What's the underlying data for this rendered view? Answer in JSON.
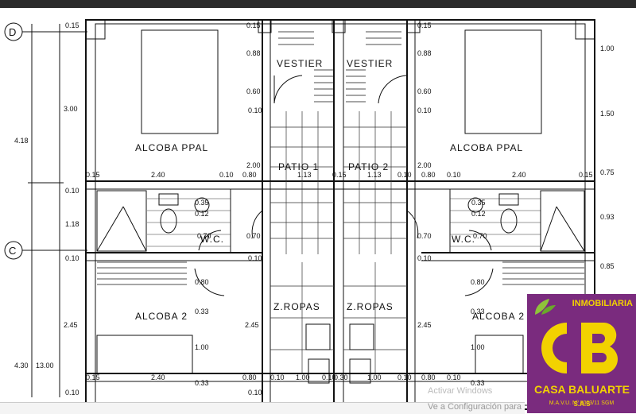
{
  "axes": {
    "d": "D",
    "c": "C"
  },
  "rooms": {
    "alcoba_ppal_left": "ALCOBA PPAL",
    "alcoba_ppal_right": "ALCOBA PPAL",
    "vestier_left": "VESTIER",
    "vestier_right": "VESTIER",
    "patio1": "PATIO 1",
    "patio2": "PATIO 2",
    "wc_left": "W.C.",
    "wc_right": "W.C.",
    "alcoba2_left": "ALCOBA 2",
    "alcoba2_right": "ALCOBA 2",
    "zropas_left": "Z.ROPAS",
    "zropas_right": "Z.ROPAS"
  },
  "dims": {
    "d015a": "0.15",
    "d088a": "0.88",
    "d060a": "0.60",
    "d010a": "0.10",
    "d300": "3.00",
    "d418": "4.18",
    "d015b": "0.15",
    "d088b": "0.88",
    "d060b": "0.60",
    "d010b": "0.10",
    "d100r": "1.00",
    "d150r": "1.50",
    "d075r": "0.75",
    "d093r": "0.93",
    "d085r": "0.85",
    "d200a": "2.00",
    "d200b": "2.00",
    "d015c": "0.15",
    "d240a": "2.40",
    "d010c": "0.10",
    "d080a": "0.80",
    "d113a": "1.13",
    "d015d": "0.15",
    "d113b": "1.13",
    "d010d": "0.10",
    "d080b": "0.80",
    "d010e": "0.10",
    "d240b": "2.40",
    "d015e": "0.15",
    "d010f": "0.10",
    "d118": "1.18",
    "d010g": "0.10",
    "d070a": "0.70",
    "d070b": "0.70",
    "d010h": "0.10",
    "d010i": "0.10",
    "d070c": "0.70",
    "d070d": "0.70",
    "d080c": "0.80",
    "d080d": "0.80",
    "d033a": "0.33",
    "d033b": "0.33",
    "d245a": "2.45",
    "d245b": "2.45",
    "d245c": "2.45",
    "d100a": "1.00",
    "d100b": "1.00",
    "d430": "4.30",
    "d1300": "13.00",
    "d015f": "0.15",
    "d240c": "2.40",
    "d015g": "0.15",
    "d080e": "0.80",
    "d010j": "0.10",
    "d100c": "1.00",
    "d010k": "0.10",
    "d030": "0.30",
    "d100d": "1.00",
    "d010l": "0.10",
    "d080f": "0.80",
    "d010m": "0.10",
    "d010n": "0.10",
    "d010o": "0.10",
    "d033c": "0.33",
    "d033d": "0.33",
    "d035a": "0.35",
    "d035b": "0.35",
    "d012a": "0.12",
    "d012b": "0.12"
  },
  "logo": {
    "brand": "INMOBILIARIA",
    "monogram": "CB",
    "name": "CASA BALUARTE",
    "sas": "S.A.S",
    "reg": "M.A.V.U. Nº 0003/11 SGM"
  },
  "watermark": {
    "line1": "Activar Windows",
    "line2": "Ve a Configuración para"
  },
  "colors": {
    "logo_bg": "#7a2b7e",
    "logo_fg": "#f2d200",
    "line": "#111111"
  }
}
